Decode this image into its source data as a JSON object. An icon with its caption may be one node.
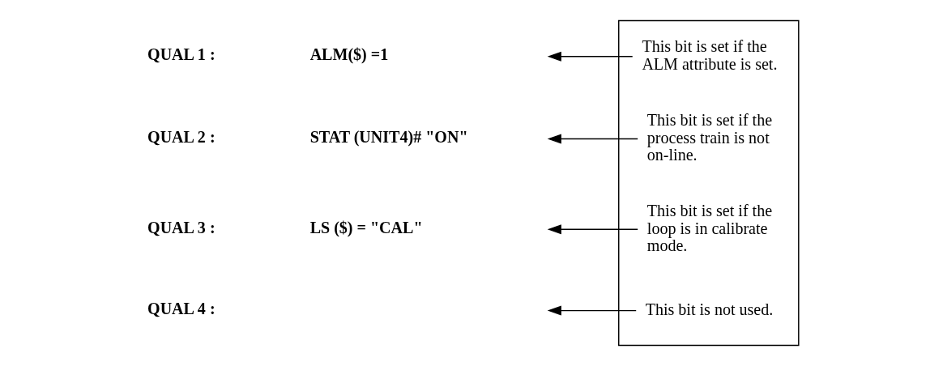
{
  "diagram": {
    "nodes": [
      {
        "text": [
          "QUAL 1 :",
          "ALM($) =1"
        ]
      },
      {
        "text": [
          "QUAL 2 :",
          "STAT (UNIT4)# \"ON\""
        ]
      },
      {
        "text": [
          "QUAL 3 :",
          "LS ($) = \"CAL\""
        ]
      },
      {
        "text": [
          "QUAL 4 :"
        ]
      },
      {
        "text": [],
        "shape": "box"
      },
      {
        "text": [
          "This bit is set if the ALM attribute is set."
        ],
        "in": 4
      },
      {
        "text": [
          "This bit is set if the process train is not on-line."
        ],
        "in": 4
      },
      {
        "text": [
          "This bit is set if the loop is in calibrate mode."
        ],
        "in": 4
      },
      {
        "text": [
          "This bit is not used."
        ],
        "in": 4
      }
    ],
    "edges": [
      {
        "from": 5,
        "to": 0,
        "arrow": "to"
      },
      {
        "from": 6,
        "to": 1,
        "arrow": "to"
      },
      {
        "from": 7,
        "to": 2,
        "arrow": "to"
      },
      {
        "from": 8,
        "to": 3,
        "arrow": "to"
      }
    ]
  }
}
